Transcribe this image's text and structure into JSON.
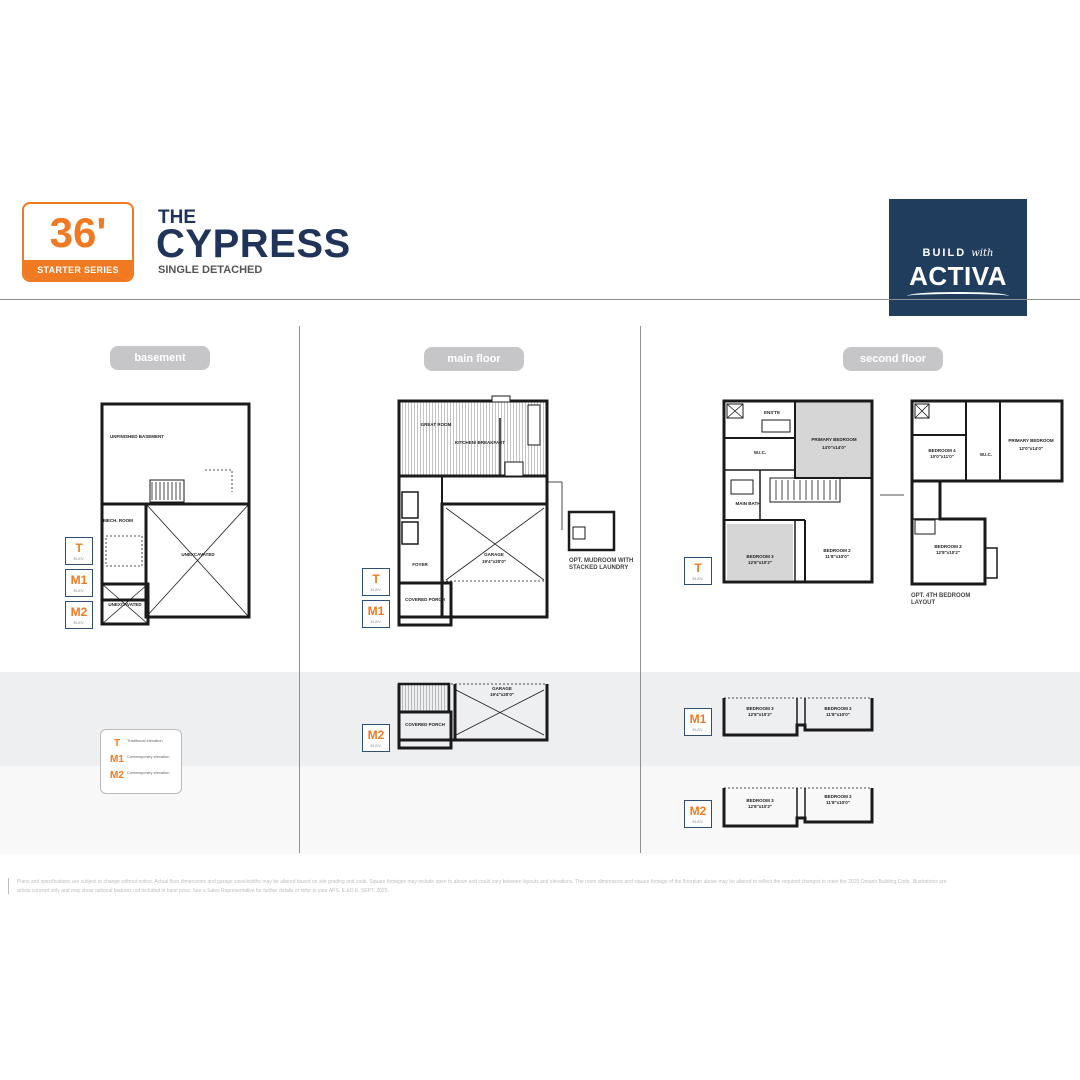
{
  "header": {
    "series_number": "36'",
    "series_label": "STARTER SERIES",
    "title_prefix": "THE",
    "title": "CYPRESS",
    "subtitle": "SINGLE DETACHED",
    "logo_top": "BUILD",
    "logo_with": "with",
    "logo_name": "ACTIVA"
  },
  "sections": {
    "basement": "basement",
    "main_floor": "main floor",
    "second_floor": "second floor"
  },
  "elevations": {
    "t": "T",
    "m1": "M1",
    "m2": "M2",
    "elev_label": "ELEV."
  },
  "rooms": {
    "unfinished_basement": "UNFINISHED BASEMENT",
    "unexcavated": "UNEXCAVATED",
    "mech": "MECH. ROOM",
    "great_room": "GREAT ROOM",
    "kitchen_breakfast": "KITCHEN/ BREAKFAST",
    "garage": "GARAGE",
    "garage_size": "19'4\"x20'0\"",
    "foyer": "FOYER",
    "covered_porch": "COVERED PORCH",
    "primary_bedroom": "PRIMARY BEDROOM",
    "primary_bedroom_size": "14'0\"x14'0\"",
    "primary_bedroom_alt_size": "12'0\"x14'0\"",
    "wic": "W.I.C.",
    "ensuite": "ENS'TE",
    "main_bath": "MAIN BATH",
    "bedroom2": "BEDROOM 2",
    "bedroom2_size": "11'8\"x10'0\"",
    "bedroom3": "BEDROOM 3",
    "bedroom3_size": "12'8\"x10'2\"",
    "bedroom4": "BEDROOM 4",
    "bedroom4_size": "10'0\"x11'0\""
  },
  "captions": {
    "mudroom": "OPT. MUDROOM WITH STACKED LAUNDRY",
    "fourth_bedroom": "OPT. 4TH BEDROOM LAYOUT"
  },
  "legend": [
    {
      "key": "T",
      "value": "Traditional elevation"
    },
    {
      "key": "M1",
      "value": "Contemporary elevation"
    },
    {
      "key": "M2",
      "value": "Contemporary elevation"
    }
  ],
  "footer": "Plans and specifications are subject to change without notice. Actual floor dimensions and garage sizes/widths may be altered based on site grading and code. Square footages may include open to above and could vary between layouts and elevations. The room dimensions and square footage of the floorplan above may be altered to reflect the required changes to meet the 2025 Ontario Building Code. Illustrations are artists concept only and may show optional features not included in base price. See a Sales Representative for further details or refer to your APS. E.&O.E. SEPT. 2025.",
  "colors": {
    "accent": "#f07a21",
    "navy": "#213d5e",
    "pill": "#c6c6c8",
    "room_fill": "#d6d6d6"
  }
}
